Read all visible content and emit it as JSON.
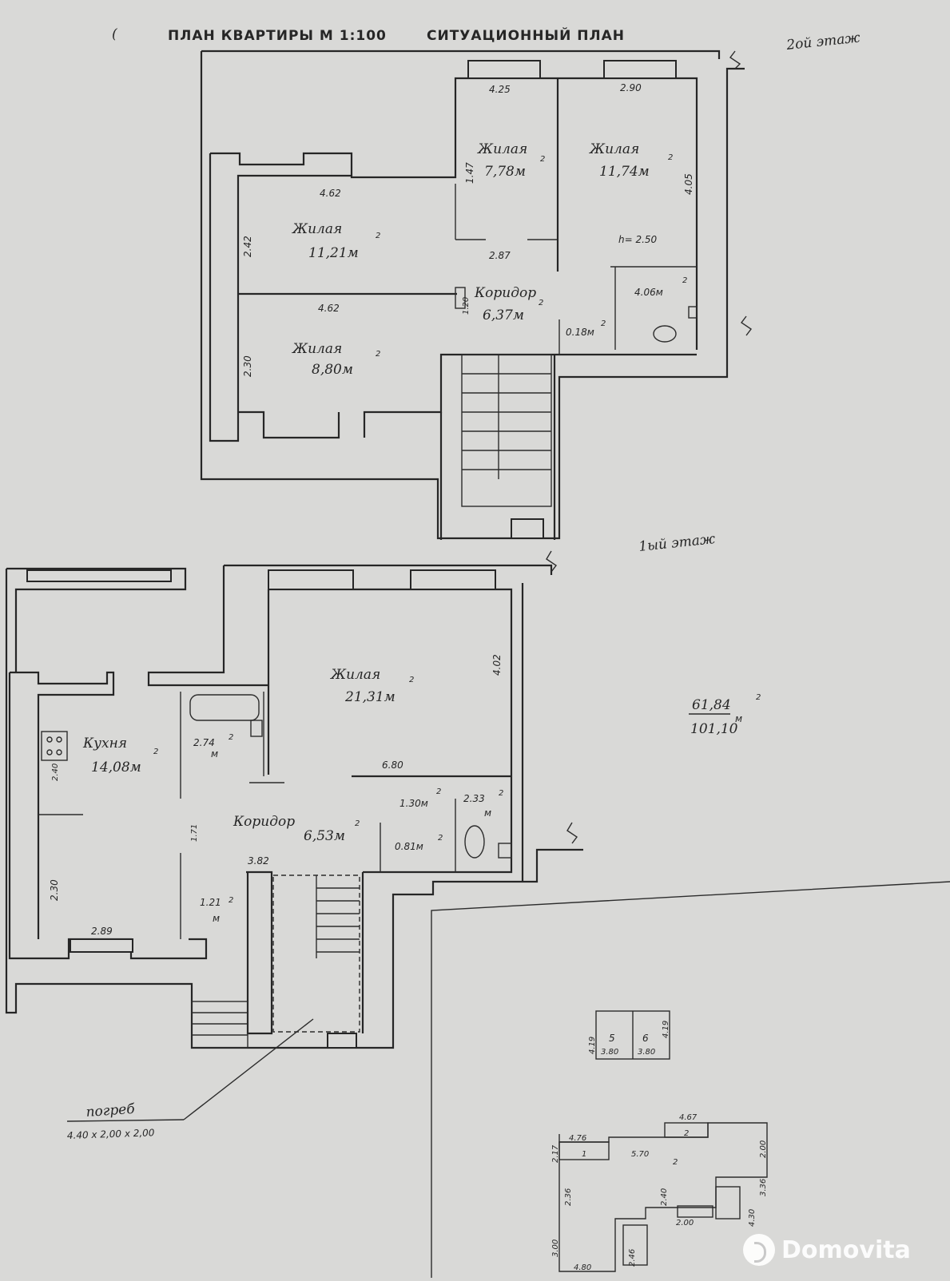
{
  "header": {
    "apartment_plan": "ПЛАН КВАРТИРЫ М 1:100",
    "site_plan": "СИТУАЦИОННЫЙ ПЛАН",
    "floor2": "2ой этаж",
    "floor1": "1ый этаж"
  },
  "floor2": {
    "rooms": [
      {
        "name": "Жилая",
        "unit": "2",
        "area": "7,78м"
      },
      {
        "name": "Жилая",
        "unit": "2",
        "area": "11,74м"
      },
      {
        "name": "Жилая",
        "unit": "2",
        "area": "11,21м"
      },
      {
        "name": "Коридор",
        "unit": "2",
        "area": "6,37м"
      },
      {
        "name": "Жилая",
        "unit": "2",
        "area": "8,80м"
      }
    ],
    "dims": {
      "top_left": "4.25",
      "top_right": "2.90",
      "left_mid": "4.62",
      "left_low": "4.62",
      "small_room_side": "1.47",
      "small_room_bottom": "2.87",
      "right_side": "4.05",
      "h_label": "h= 2.50",
      "bath_area": "4.06м",
      "wc_area": "0.18м",
      "left_side1": "2.42",
      "left_side2": "2.30",
      "corr_side": "1.20",
      "sup2": "2"
    }
  },
  "floor1": {
    "rooms": [
      {
        "name": "Жилая",
        "unit": "2",
        "area": "21,31м"
      },
      {
        "name": "Кухня",
        "unit": "2",
        "area": "14,08м"
      },
      {
        "name": "Коридор",
        "unit": "2",
        "area": "6,53м"
      }
    ],
    "dims": {
      "bath_area": "2.74",
      "bath_unit": "2",
      "bath_m": "м",
      "liv_width": "6.80",
      "liv_side": "4.02",
      "closet1": "1.30м",
      "closet1_sup": "2",
      "wc": "2.33",
      "wc_sup": "2",
      "wc_m": "м",
      "pantry": "0.81м",
      "pantry_sup": "2",
      "entry": "1.21",
      "entry_sup": "2",
      "entry_m": "м",
      "stair_w": "3.82",
      "corr_side": "1.71",
      "kit_side1": "2.40",
      "kit_side2": "2.30",
      "kit_bottom": "2.89"
    },
    "cellar_label": "погреб",
    "cellar_dims": "4.40 х 2,00 х 2,00"
  },
  "totals": {
    "living": "61,84",
    "total": "101,10",
    "unit": "м",
    "sup": "2"
  },
  "site": {
    "block_a": {
      "n5": "5",
      "v5": "3.80",
      "n6": "6",
      "v6": "3.80",
      "side_l": "4.19",
      "side_r": "4.19"
    },
    "labels": [
      "4.67",
      "2",
      "4.76",
      "1",
      "5.70",
      "2",
      "2.00",
      "2.17",
      "2.36",
      "3.36",
      "3.00",
      "2.00",
      "4.80",
      "2.46",
      "4.30",
      "2.40"
    ]
  },
  "watermark": {
    "brand": "Domovita"
  }
}
